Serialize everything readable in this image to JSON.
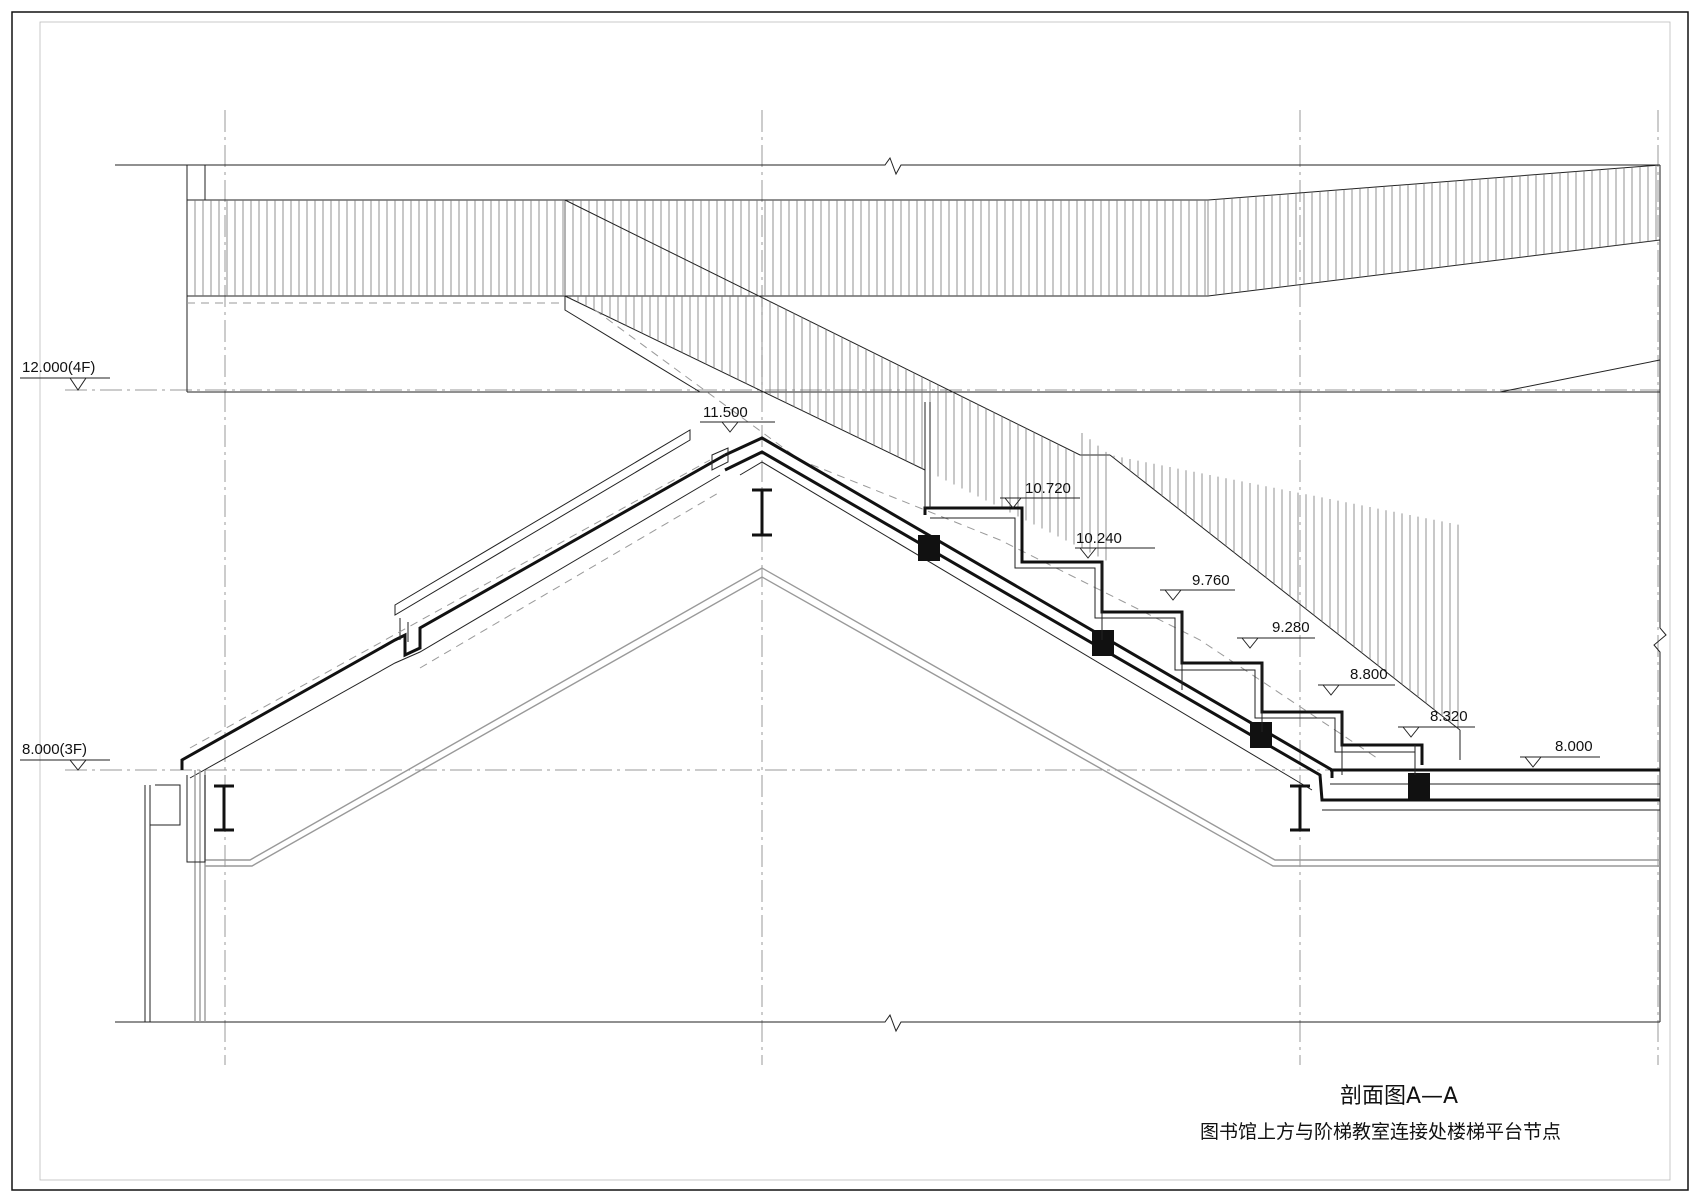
{
  "drawing": {
    "levels": {
      "l4f": "12.000(4F)",
      "l3f": "8.000(3F)"
    },
    "elevations": {
      "e11500": "11.500",
      "e10720": "10.720",
      "e10240": "10.240",
      "e9760": "9.760",
      "e9280": "9.280",
      "e8800": "8.800",
      "e8320": "8.320",
      "e8000": "8.000"
    },
    "title": {
      "section": "剖面图A—A",
      "caption": "图书馆上方与阶梯教室连接处楼梯平台节点"
    },
    "colors": {
      "line": "#111111",
      "axis": "#999999",
      "hatch": "#777777",
      "solid_block": "#111111"
    }
  }
}
